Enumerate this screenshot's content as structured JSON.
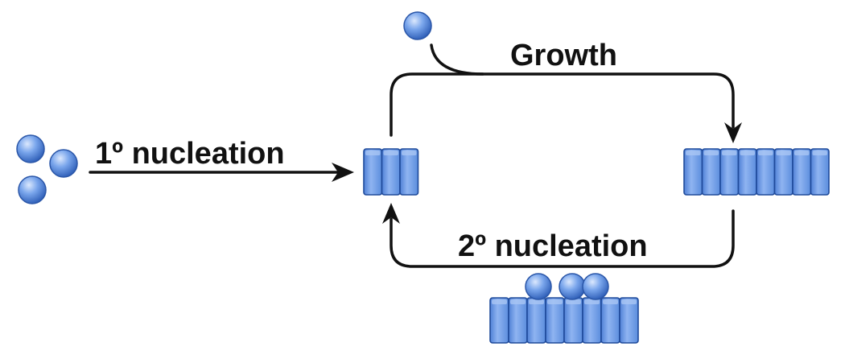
{
  "labels": {
    "primary": "1º nucleation",
    "growth": "Growth",
    "secondary": "2º nucleation"
  },
  "colors": {
    "monomer_light": "#c9dcfb",
    "monomer_mid": "#6f9ee8",
    "monomer_dark": "#2f5fb8",
    "fibril_fill": "#6f9ee8",
    "fibril_light": "#a9c6f4",
    "fibril_stroke": "#1f4a9a",
    "arrow": "#111111"
  }
}
